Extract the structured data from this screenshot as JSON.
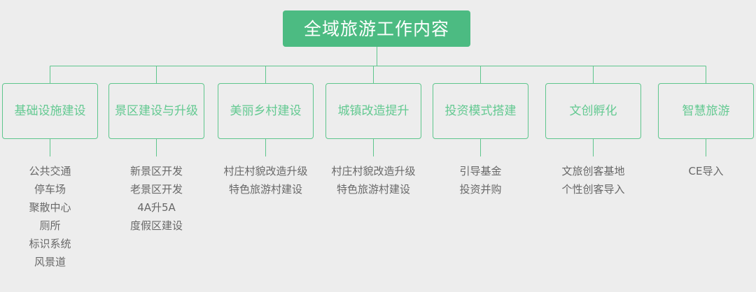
{
  "diagram": {
    "type": "org-chart",
    "root": {
      "label": "全域旅游工作内容",
      "fill_color": "#4cbb82",
      "text_color": "#ffffff"
    },
    "style": {
      "background_color": "#ededed",
      "branch_border_color": "#5ec68d",
      "branch_text_color": "#63c991",
      "leaf_text_color": "#686868",
      "connector_color": "#5ec68d"
    },
    "branches": [
      {
        "label": "基础设施建设",
        "leaves": [
          "公共交通",
          "停车场",
          "聚散中心",
          "厕所",
          "标识系统",
          "风景道"
        ]
      },
      {
        "label": "景区建设与升级",
        "leaves": [
          "新景区开发",
          "老景区开发",
          "4A升5A",
          "度假区建设"
        ]
      },
      {
        "label": "美丽乡村建设",
        "leaves": [
          "村庄村貌改造升级",
          "特色旅游村建设"
        ]
      },
      {
        "label": "城镇改造提升",
        "leaves": [
          "村庄村貌改造升级",
          "特色旅游村建设"
        ]
      },
      {
        "label": "投资模式搭建",
        "leaves": [
          "引导基金",
          "投资并购"
        ]
      },
      {
        "label": "文创孵化",
        "leaves": [
          "文旅创客基地",
          "个性创客导入"
        ]
      },
      {
        "label": "智慧旅游",
        "leaves": [
          "CE导入"
        ]
      }
    ]
  }
}
